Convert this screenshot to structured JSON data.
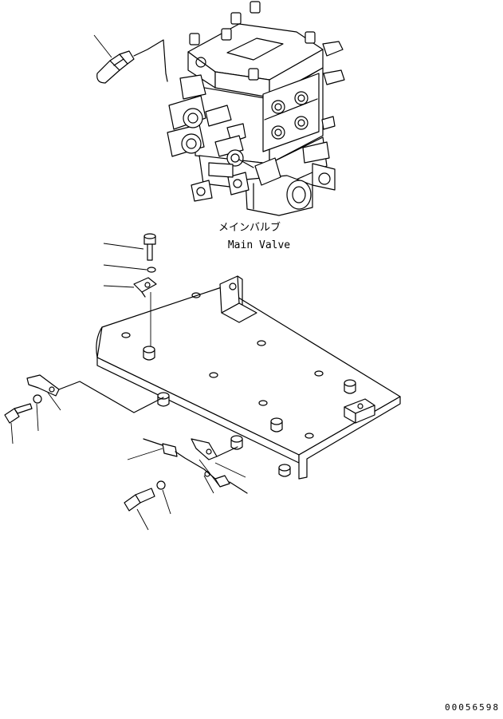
{
  "labels": {
    "valve_jp": "メインバルブ",
    "valve_en": "Main Valve",
    "drawing_no": "00056598"
  }
}
